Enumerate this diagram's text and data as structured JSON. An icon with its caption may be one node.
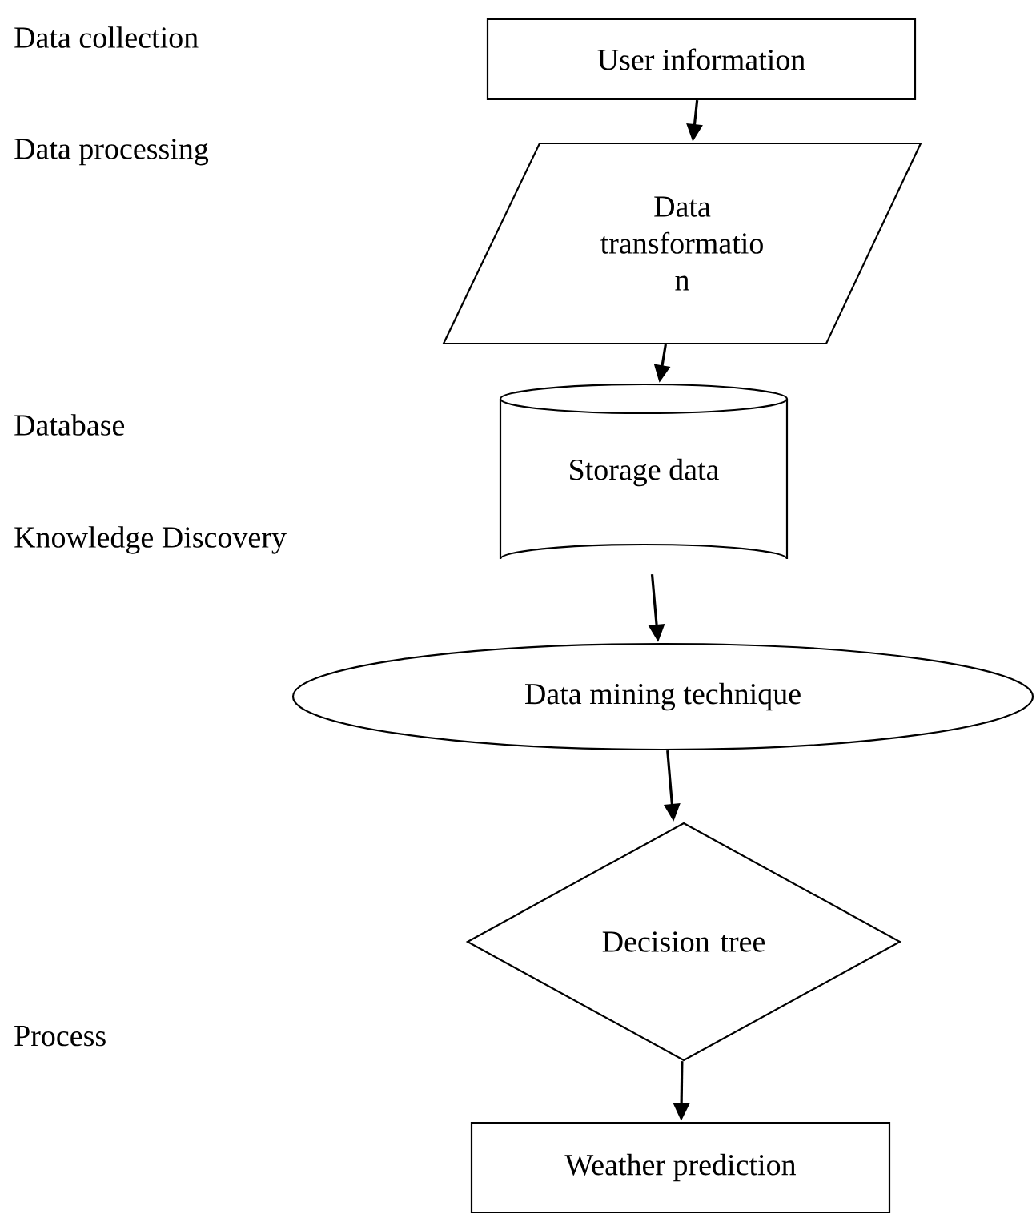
{
  "diagram": {
    "nodes": [
      {
        "text": [
          "User information"
        ]
      },
      {
        "text": [
          "Data transformatio n"
        ]
      },
      {
        "text": [
          "Storage data"
        ]
      },
      {
        "text": [
          "Data mining technique"
        ]
      },
      {
        "text": [
          "Decision tree"
        ]
      },
      {
        "text": [
          "Weather prediction"
        ]
      }
    ],
    "edges": [
      {
        "from": 0,
        "to": 1,
        "arrow": "to"
      },
      {
        "from": 1,
        "to": 2,
        "arrow": "to"
      },
      {
        "from": 2,
        "to": 3,
        "arrow": "to"
      },
      {
        "from": 3,
        "to": 4,
        "arrow": "to"
      },
      {
        "from": 4,
        "to": 5,
        "arrow": "to"
      }
    ],
    "labels": [
      "Data collection",
      "Data processing",
      "Database",
      "Knowledge Discovery",
      "Process"
    ]
  }
}
